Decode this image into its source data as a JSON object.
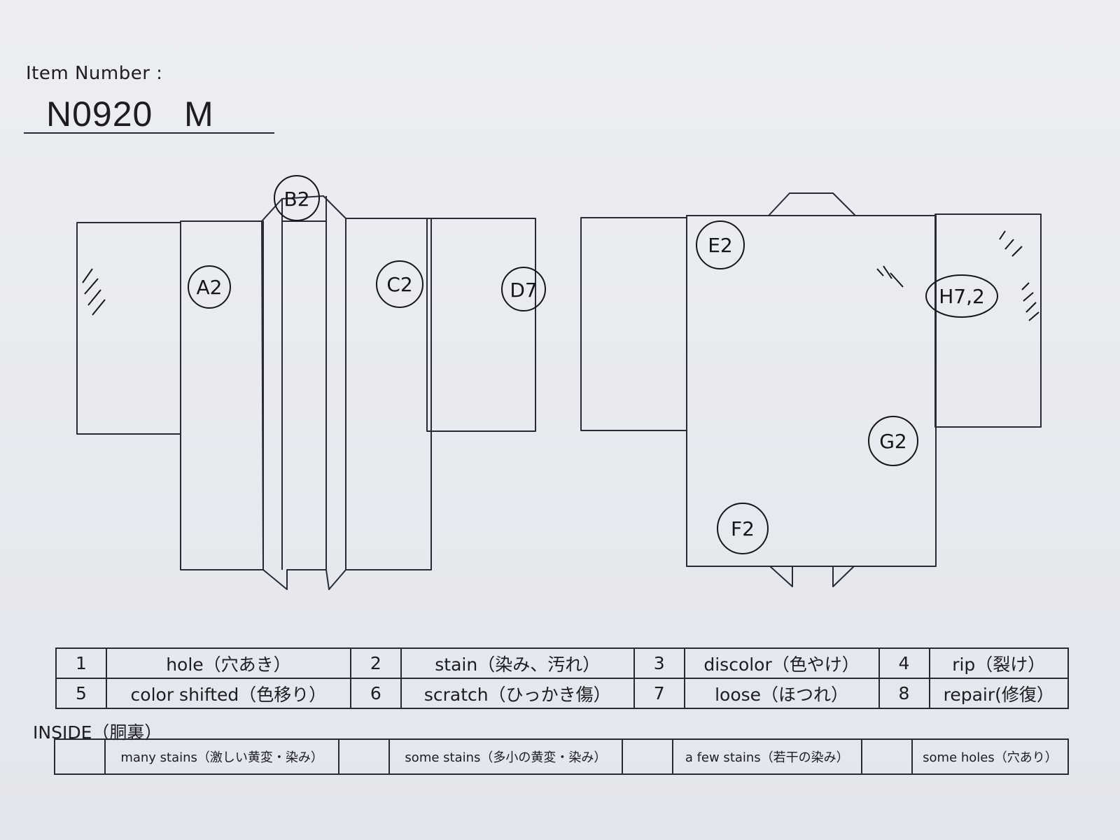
{
  "item": {
    "label": "Item Number :",
    "value": "N0920   M"
  },
  "markings": [
    {
      "id": "A2",
      "text": "A2"
    },
    {
      "id": "B2",
      "text": "B2"
    },
    {
      "id": "C2",
      "text": "C2"
    },
    {
      "id": "D7",
      "text": "D7"
    },
    {
      "id": "E2",
      "text": "E2"
    },
    {
      "id": "F2",
      "text": "F2"
    },
    {
      "id": "G2",
      "text": "G2"
    },
    {
      "id": "H72",
      "text": "H7,2"
    }
  ],
  "defect_codes": [
    {
      "code": "1",
      "label": "hole（穴あき）"
    },
    {
      "code": "2",
      "label": "stain（染み、汚れ）"
    },
    {
      "code": "3",
      "label": "discolor（色やけ）"
    },
    {
      "code": "4",
      "label": "rip（裂け）"
    },
    {
      "code": "5",
      "label": "color shifted（色移り）"
    },
    {
      "code": "6",
      "label": "scratch（ひっかき傷）"
    },
    {
      "code": "7",
      "label": "loose（ほつれ）"
    },
    {
      "code": "8",
      "label": "repair(修復）"
    }
  ],
  "inside": {
    "title": "INSIDE（胴裏）",
    "options": [
      {
        "label": "many stains（激しい黄変・染み）"
      },
      {
        "label": "some stains（多小の黄変・染み）"
      },
      {
        "label": "a few stains（若干の染み）"
      },
      {
        "label": "some holes（穴あり）"
      }
    ]
  }
}
